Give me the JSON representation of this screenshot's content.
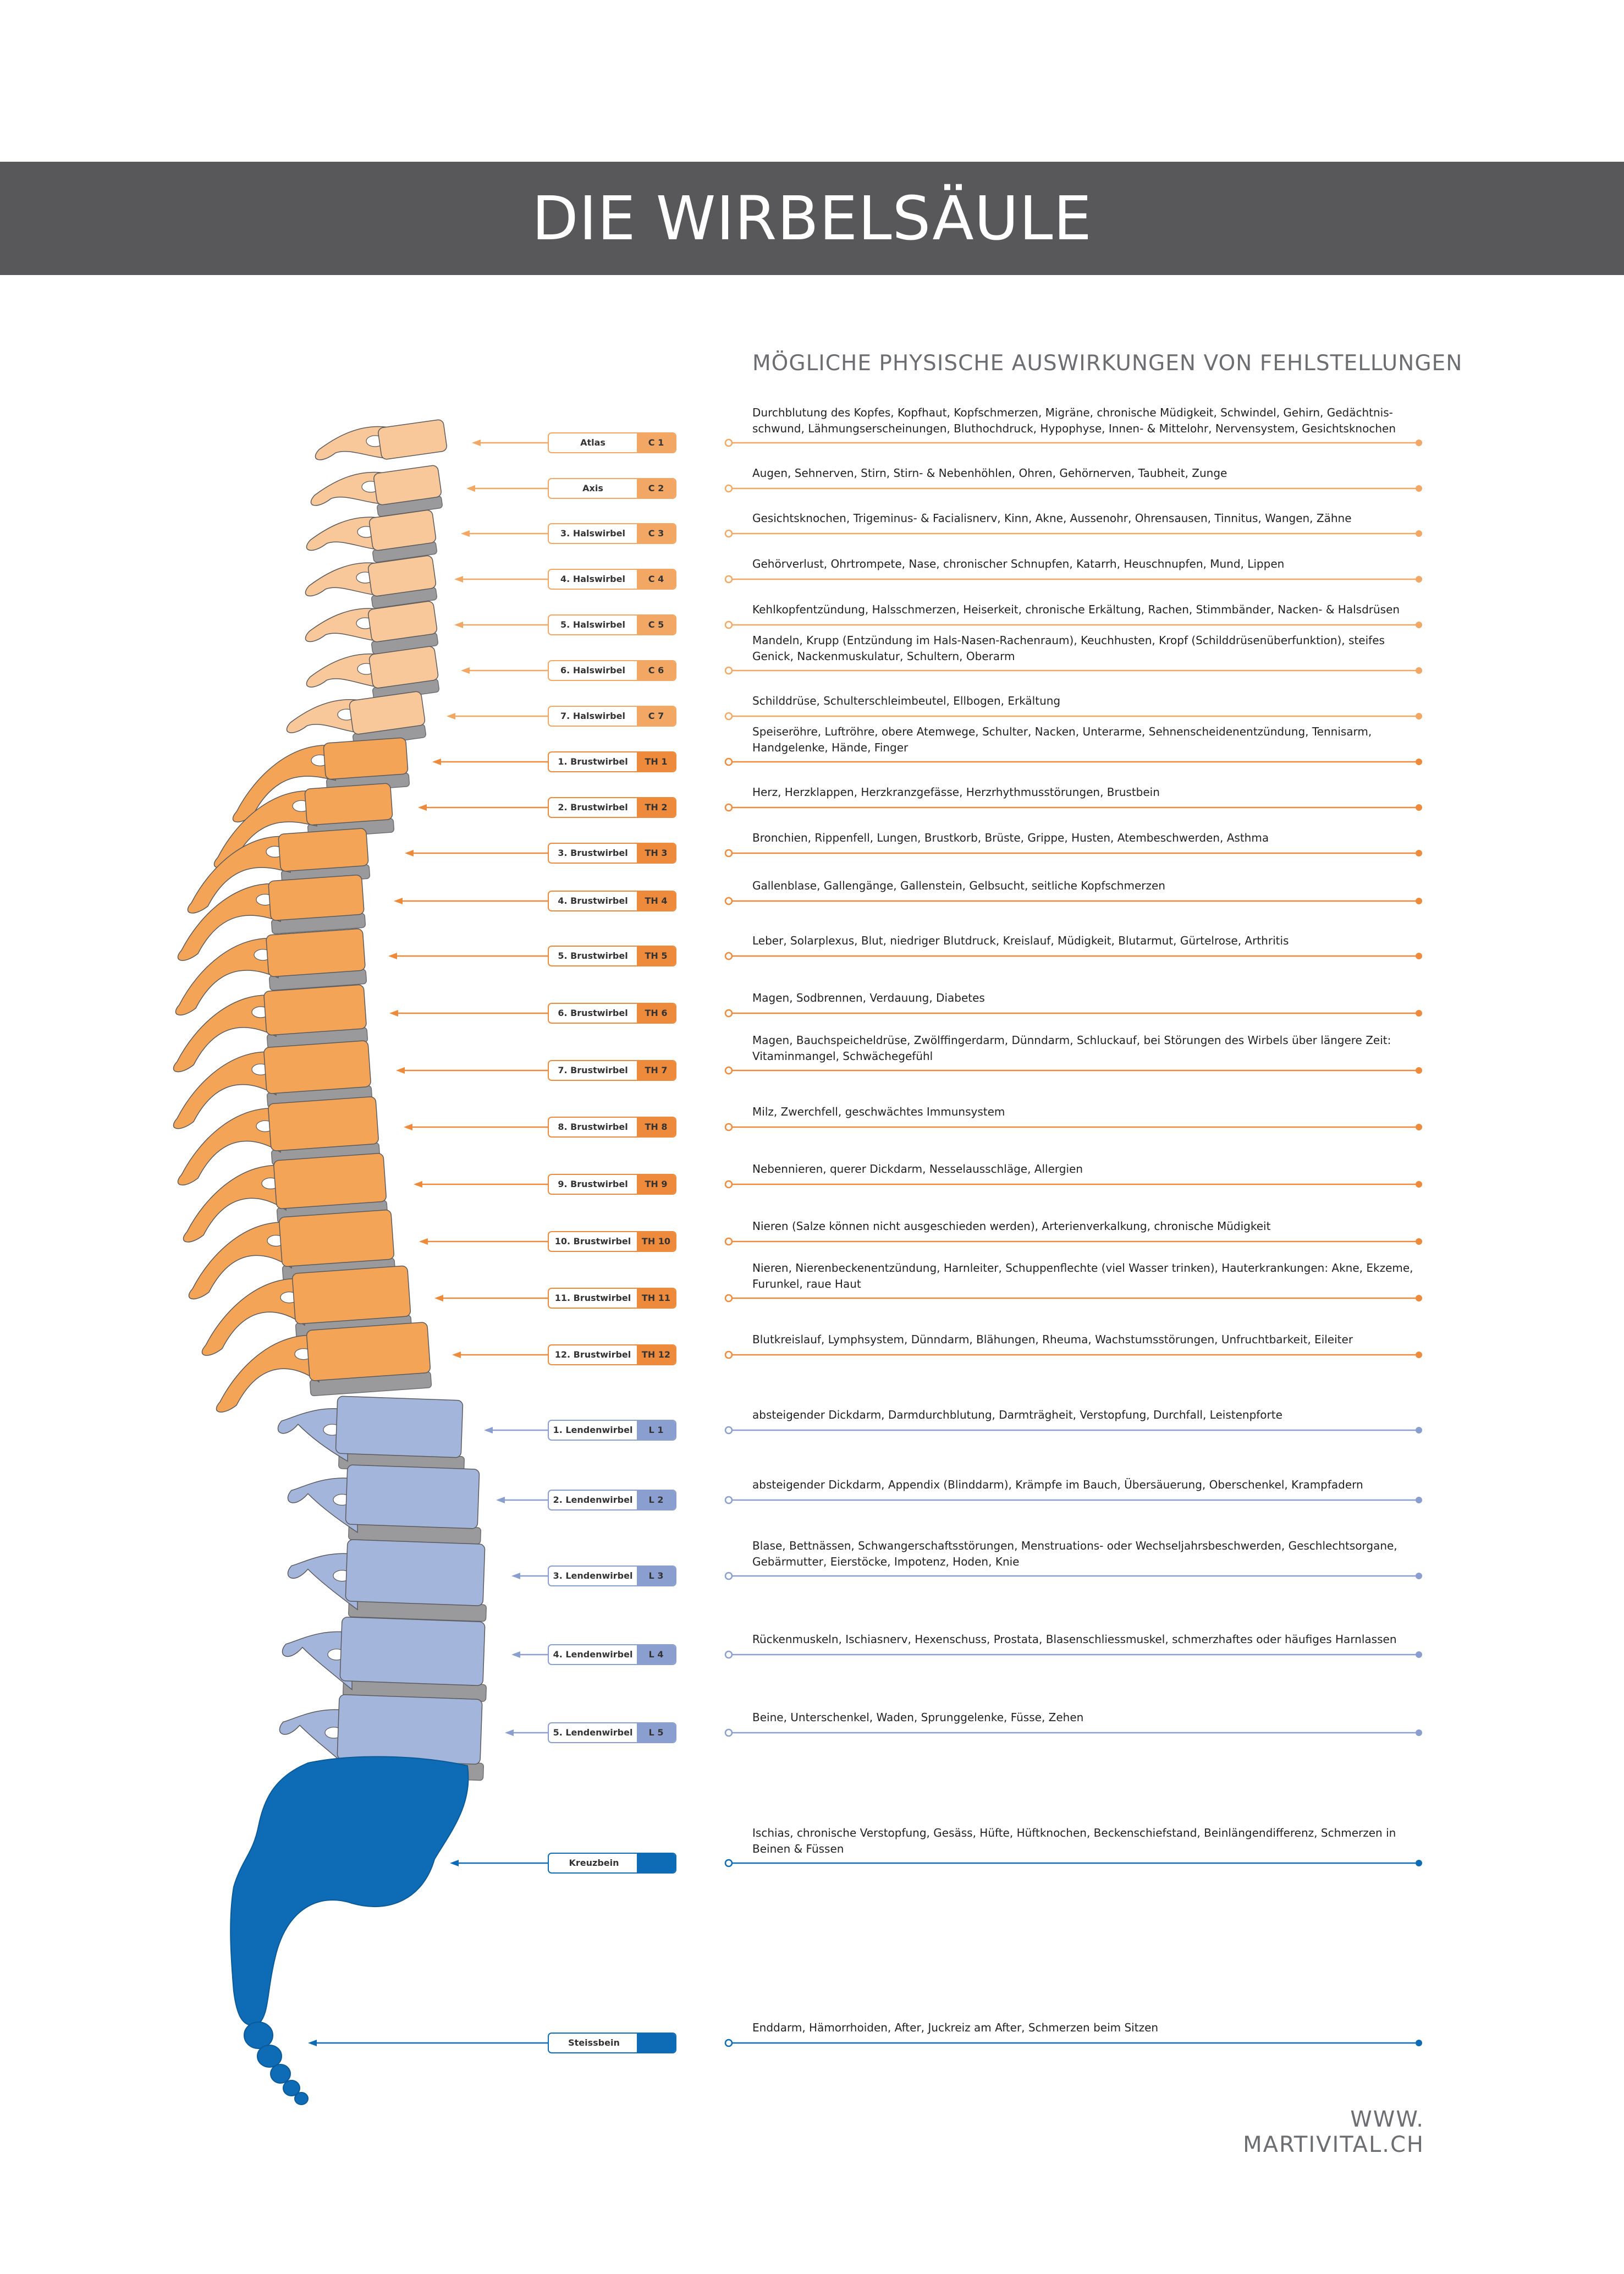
{
  "title": "DIE WIRBELSÄULE",
  "subtitle": "MÖGLICHE PHYSISCHE AUSWIRKUNGEN VON FEHLSTELLUNGEN",
  "website": "WWW. MARTIVITAL.CH",
  "colors": {
    "cervical": "#f8c89a",
    "cervical_line": "#f3a765",
    "thoracic": "#f3a457",
    "thoracic_line": "#ee8a3c",
    "lumbar": "#a4b5dc",
    "lumbar_line": "#8a9fd0",
    "sacral": "#0e6cb6",
    "disc": "#9a9a9c",
    "banner": "#58585a"
  },
  "vertebrae": [
    {
      "name": "Atlas",
      "code": "C 1",
      "group": "cervical",
      "effect": "Durchblutung des Kopfes, Kopfhaut, Kopfschmerzen, Migräne, chronische Müdigkeit, Schwindel, Gehirn, Gedächtnis-schwund, Lähmungserscheinungen, Bluthochdruck, Hypophyse, Innen- & Mittelohr, Nervensystem, Gesichtsknochen"
    },
    {
      "name": "Axis",
      "code": "C 2",
      "group": "cervical",
      "effect": "Augen, Sehnerven, Stirn, Stirn- & Nebenhöhlen, Ohren, Gehörnerven, Taubheit, Zunge"
    },
    {
      "name": "3. Halswirbel",
      "code": "C 3",
      "group": "cervical",
      "effect": "Gesichtsknochen, Trigeminus- & Facialisnerv, Kinn, Akne, Aussenohr, Ohrensausen, Tinnitus, Wangen, Zähne"
    },
    {
      "name": "4. Halswirbel",
      "code": "C 4",
      "group": "cervical",
      "effect": "Gehörverlust, Ohrtrompete, Nase, chronischer Schnupfen, Katarrh, Heuschnupfen, Mund, Lippen"
    },
    {
      "name": "5. Halswirbel",
      "code": "C 5",
      "group": "cervical",
      "effect": "Kehlkopfentzündung, Halsschmerzen, Heiserkeit, chronische Erkältung, Rachen, Stimmbänder, Nacken- & Halsdrüsen"
    },
    {
      "name": "6. Halswirbel",
      "code": "C 6",
      "group": "cervical",
      "effect": "Mandeln, Krupp (Entzündung im Hals-Nasen-Rachenraum), Keuchhusten, Kropf (Schilddrüsenüberfunktion), steifes Genick, Nackenmuskulatur, Schultern, Oberarm"
    },
    {
      "name": "7. Halswirbel",
      "code": "C 7",
      "group": "cervical",
      "effect": "Schilddrüse, Schulterschleimbeutel, Ellbogen, Erkältung"
    },
    {
      "name": "1. Brustwirbel",
      "code": "TH 1",
      "group": "thoracic",
      "effect": "Speiseröhre, Luftröhre, obere Atemwege, Schulter, Nacken, Unterarme, Sehnenscheidenentzündung, Tennisarm, Handgelenke, Hände, Finger"
    },
    {
      "name": "2. Brustwirbel",
      "code": "TH 2",
      "group": "thoracic",
      "effect": "Herz, Herzklappen, Herzkranzgefässe, Herzrhythmusstörungen, Brustbein"
    },
    {
      "name": "3. Brustwirbel",
      "code": "TH 3",
      "group": "thoracic",
      "effect": "Bronchien, Rippenfell, Lungen, Brustkorb, Brüste, Grippe, Husten, Atembeschwerden, Asthma"
    },
    {
      "name": "4. Brustwirbel",
      "code": "TH 4",
      "group": "thoracic",
      "effect": "Gallenblase, Gallengänge, Gallenstein, Gelbsucht, seitliche Kopfschmerzen"
    },
    {
      "name": "5. Brustwirbel",
      "code": "TH 5",
      "group": "thoracic",
      "effect": "Leber, Solarplexus, Blut, niedriger Blutdruck, Kreislauf, Müdigkeit, Blutarmut, Gürtelrose, Arthritis"
    },
    {
      "name": "6. Brustwirbel",
      "code": "TH 6",
      "group": "thoracic",
      "effect": "Magen, Sodbrennen, Verdauung, Diabetes"
    },
    {
      "name": "7. Brustwirbel",
      "code": "TH 7",
      "group": "thoracic",
      "effect": "Magen, Bauchspeicheldrüse, Zwölffingerdarm, Dünndarm, Schluckauf, bei Störungen des Wirbels über längere Zeit: Vitaminmangel, Schwächegefühl"
    },
    {
      "name": "8. Brustwirbel",
      "code": "TH 8",
      "group": "thoracic",
      "effect": "Milz, Zwerchfell, geschwächtes Immunsystem"
    },
    {
      "name": "9. Brustwirbel",
      "code": "TH 9",
      "group": "thoracic",
      "effect": "Nebennieren, querer Dickdarm, Nesselausschläge, Allergien"
    },
    {
      "name": "10. Brustwirbel",
      "code": "TH 10",
      "group": "thoracic",
      "effect": "Nieren (Salze können nicht ausgeschieden werden), Arterienverkalkung, chronische Müdigkeit"
    },
    {
      "name": "11. Brustwirbel",
      "code": "TH 11",
      "group": "thoracic",
      "effect": "Nieren, Nierenbeckenentzündung, Harnleiter, Schuppenflechte (viel Wasser trinken), Hauterkrankungen: Akne, Ekzeme, Furunkel, raue Haut"
    },
    {
      "name": "12. Brustwirbel",
      "code": "TH 12",
      "group": "thoracic",
      "effect": "Blutkreislauf, Lymphsystem, Dünndarm, Blähungen, Rheuma, Wachstumsstörungen, Unfruchtbarkeit, Eileiter"
    },
    {
      "name": "1. Lendenwirbel",
      "code": "L 1",
      "group": "lumbar",
      "effect": "absteigender Dickdarm, Darmdurchblutung, Darmträgheit, Verstopfung, Durchfall, Leistenpforte"
    },
    {
      "name": "2. Lendenwirbel",
      "code": "L 2",
      "group": "lumbar",
      "effect": "absteigender Dickdarm, Appendix (Blinddarm), Krämpfe im Bauch, Übersäuerung, Oberschenkel, Krampfadern"
    },
    {
      "name": "3. Lendenwirbel",
      "code": "L 3",
      "group": "lumbar",
      "effect": "Blase, Bettnässen, Schwangerschaftsstörungen, Menstruations- oder Wechseljahrsbeschwerden, Geschlechtsorgane, Gebärmutter, Eierstöcke, Impotenz, Hoden, Knie"
    },
    {
      "name": "4. Lendenwirbel",
      "code": "L 4",
      "group": "lumbar",
      "effect": "Rückenmuskeln, Ischiasnerv, Hexenschuss, Prostata, Blasenschliessmuskel, schmerzhaftes oder häufiges Harnlassen"
    },
    {
      "name": "5. Lendenwirbel",
      "code": "L 5",
      "group": "lumbar",
      "effect": "Beine, Unterschenkel, Waden, Sprunggelenke, Füsse, Zehen"
    },
    {
      "name": "Kreuzbein",
      "code": "",
      "group": "sacral",
      "effect": "Ischias, chronische Verstopfung, Gesäss, Hüfte, Hüftknochen, Beckenschiefstand, Beinlängendifferenz, Schmerzen in Beinen & Füssen"
    },
    {
      "name": "Steissbein",
      "code": "",
      "group": "sacral",
      "effect": "Enddarm, Hämorrhoiden, After, Juckreiz am After, Schmerzen beim Sitzen"
    }
  ]
}
